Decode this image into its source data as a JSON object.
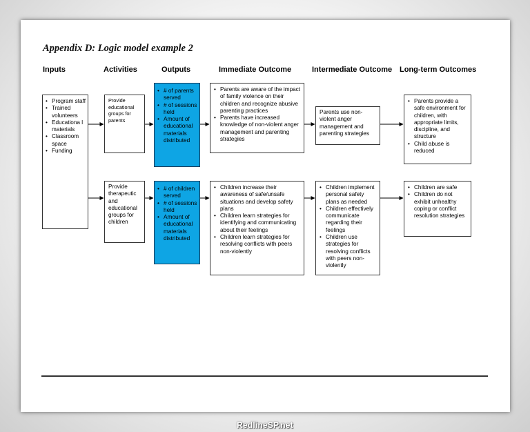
{
  "title": "Appendix D: Logic model example 2",
  "headers": {
    "inputs": "Inputs",
    "activities": "Activities",
    "outputs": "Outputs",
    "immediate": "Immediate Outcome",
    "intermediate": "Intermediate Outcome",
    "longterm": "Long-term Outcomes"
  },
  "inputs": [
    "Program staff",
    "Trained volunteers",
    "Educationa l materials",
    "Classroom space",
    "Funding"
  ],
  "row1": {
    "activity": "Provide educational groups for parents",
    "outputs": [
      "# of parents served",
      "# of sessions held",
      "Amount of educational materials distributed"
    ],
    "immediate": [
      "Parents are aware of the impact of family violence on their children and recognize abusive parenting practices",
      "Parents have increased knowledge of non-violent anger management and parenting strategies"
    ],
    "intermediate": "Parents use non-violent anger management and parenting strategies",
    "longterm": [
      "Parents provide a safe environment for children, with appropriate limits, discipline, and structure",
      "Child abuse is reduced"
    ]
  },
  "row2": {
    "activity": "Provide therapeutic and educational groups for children",
    "outputs": [
      "# of children served",
      "# of sessions held",
      "Amount of educational materials distributed"
    ],
    "immediate": [
      "Children increase their awareness of safe/unsafe situations and develop safety plans",
      "Children learn strategies for identifying and communicating about their feelings",
      "Children learn strategies for resolving conflicts with peers non-violently"
    ],
    "intermediate": [
      "Children implement personal safety plans as needed",
      "Children effectively communicate regarding their feelings",
      "Children use strategies for resolving conflicts with peers non-violently"
    ],
    "longterm": [
      "Children are safe",
      "Children do not exhibit unhealthy coping or conflict resolution strategies"
    ]
  },
  "watermark": "RedlineSP.net",
  "colors": {
    "output_fill": "#0ea5e4"
  }
}
